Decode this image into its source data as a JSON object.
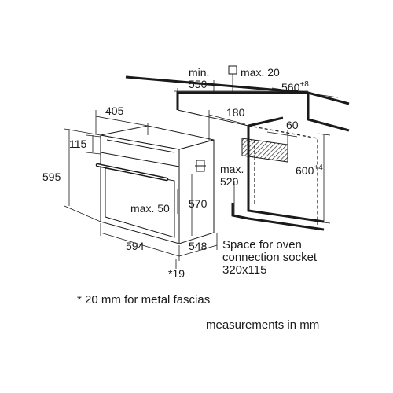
{
  "dimensions": {
    "min_label": "min.",
    "min_value": "550",
    "max_box_label": "max. 20",
    "niche_width": "560",
    "niche_width_sup": "+8",
    "oven_depth_top": "405",
    "socket_offset": "180",
    "socket_width": "60",
    "panel_height": "115",
    "oven_height": "595",
    "max_depth_label": "max.",
    "max_depth_value": "520",
    "niche_height": "600",
    "niche_height_sup": "+4",
    "inner_height": "570",
    "max_50": "max. 50",
    "oven_width": "594",
    "oven_depth": "548",
    "fascia_offset": "*19"
  },
  "notes": {
    "socket_line1": "Space for oven",
    "socket_line2": "connection socket",
    "socket_line3": "320x115",
    "fascia_note": "* 20 mm for metal fascias",
    "units_note": "measurements in mm"
  }
}
